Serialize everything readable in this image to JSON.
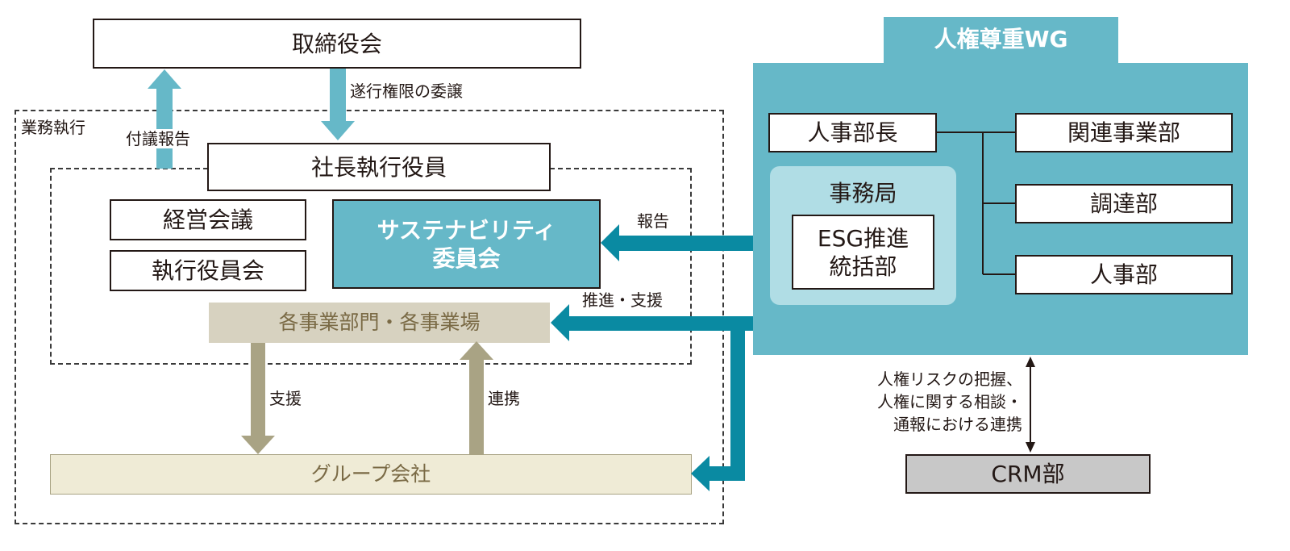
{
  "board": "取締役会",
  "delegation_label": "遂行権限の委譲",
  "report_up_label": "付議報告",
  "execution_label": "業務執行",
  "president": "社長執行役員",
  "management_meeting": "経営会議",
  "executive_officers": "執行役員会",
  "sustainability_committee": {
    "line1": "サステナビリティ",
    "line2": "委員会"
  },
  "business_units": "各事業部門・各事業場",
  "support_label": "支援",
  "cooperation_label": "連携",
  "group_companies": "グループ会社",
  "report_label": "報告",
  "promotion_label": "推進・支援",
  "wg": {
    "title": "人権尊重WG",
    "hr_head": "人事部長",
    "secretariat": "事務局",
    "esg": {
      "line1": "ESG推進",
      "line2": "統括部"
    },
    "related_business": "関連事業部",
    "procurement": "調達部",
    "hr_dept": "人事部"
  },
  "crm_link": {
    "line1": "人権リスクの把握、",
    "line2": "人権に関する相談・",
    "line3": "通報における連携"
  },
  "crm": "CRM部",
  "colors": {
    "wg_teal": "#66b8c8",
    "dark_teal": "#0a8aa2",
    "beige": "#d7d2c0",
    "olive_arrow": "#a9a384",
    "light_beige": "#efebd6",
    "light_teal": "#b0dde5",
    "gray": "#c8c8c8"
  }
}
